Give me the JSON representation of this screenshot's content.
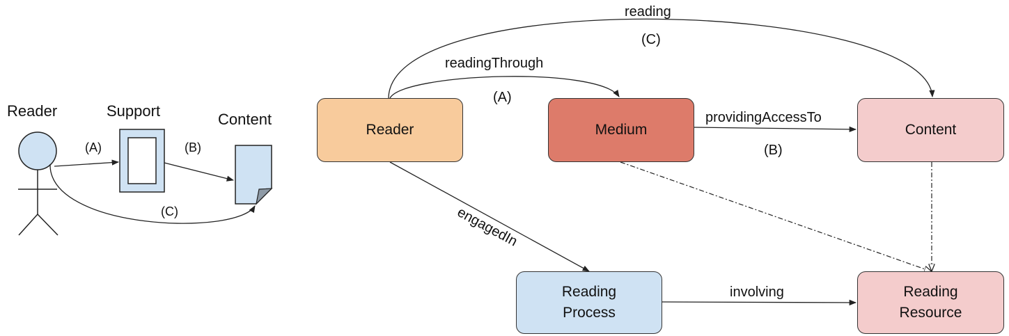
{
  "left_diagram": {
    "reader_label": "Reader",
    "support_label": "Support",
    "content_label": "Content",
    "edge_a": "(A)",
    "edge_b": "(B)",
    "edge_c": "(C)"
  },
  "nodes": {
    "reader": {
      "label": "Reader",
      "color": "#f8cb9c"
    },
    "medium": {
      "label": "Medium",
      "color": "#dd7b6a"
    },
    "content": {
      "label": "Content",
      "color": "#f4cccc"
    },
    "reading_process": {
      "line1": "Reading",
      "line2": "Process",
      "color": "#cfe2f3"
    },
    "reading_resource": {
      "line1": "Reading",
      "line2": "Resource",
      "color": "#f4cccc"
    }
  },
  "edges": {
    "reading": {
      "label": "reading",
      "tag": "(C)"
    },
    "reading_through": {
      "label": "readingThrough",
      "tag": "(A)"
    },
    "providing_access_to": {
      "label": "providingAccessTo",
      "tag": "(B)"
    },
    "engaged_in": {
      "label": "engagedIn"
    },
    "involving": {
      "label": "involving"
    }
  },
  "colors": {
    "stroke": "#333333",
    "support_fill": "#cfe2f3",
    "content_doc_fill": "#cfe2f3",
    "doc_fold_fill": "#8e9aa6"
  }
}
